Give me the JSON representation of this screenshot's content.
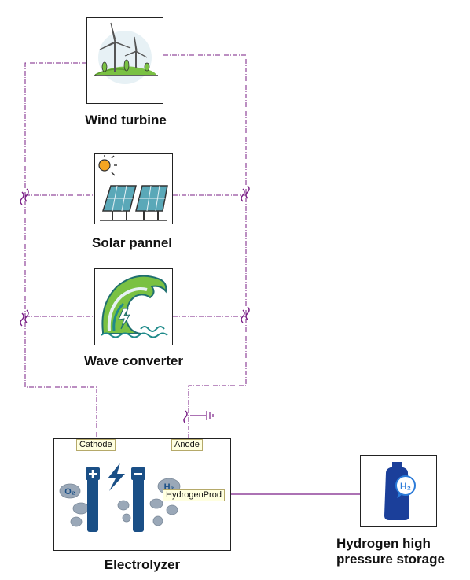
{
  "components": {
    "wind_turbine": {
      "label": "Wind turbine"
    },
    "solar_panel": {
      "label": "Solar pannel"
    },
    "wave_converter": {
      "label": "Wave converter"
    },
    "electrolyzer": {
      "label": "Electrolyzer",
      "ports": {
        "cathode": "Cathode",
        "anode": "Anode",
        "hydrogen": "HydrogenProd"
      }
    },
    "storage": {
      "label_line1": "Hydrogen high",
      "label_line2": "pressure storage"
    }
  },
  "colors": {
    "wire": "#7a1f86",
    "icon_green": "#7ac143",
    "icon_teal": "#1f8a8a",
    "electrolyzer_blue": "#1a4f86",
    "tank_blue": "#1b3f9a"
  },
  "icons": {
    "wind": "wind-turbine-icon",
    "solar": "solar-panel-icon",
    "wave": "wave-energy-icon",
    "electrolysis": "electrolysis-icon",
    "tank": "hydrogen-tank-icon"
  },
  "icon_text": {
    "o2": "O₂",
    "h2": "H₂",
    "h2_tank": "H₂"
  }
}
